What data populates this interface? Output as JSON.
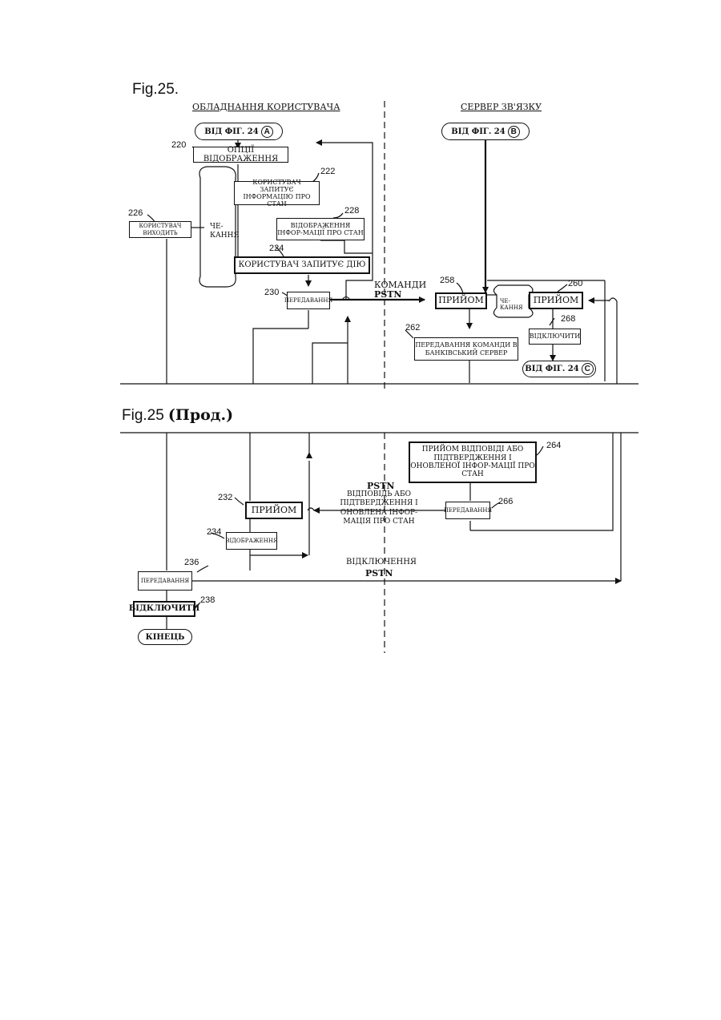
{
  "fig1": {
    "title": "Fig.25.",
    "left_header": "ОБЛАДНАННЯ КОРИСТУВАЧА",
    "right_header": "СЕРВЕР ЗВ'ЯЗКУ",
    "from_a": "ВІД ФІГ. 24",
    "from_a_letter": "A",
    "from_b": "ВІД ФІГ. 24",
    "from_b_letter": "B",
    "to_c": "ВІД ФІГ. 24",
    "to_c_letter": "C",
    "n220": "220",
    "b220": "ОПЦІЇ ВІДОБРАЖЕННЯ",
    "n222": "222",
    "b222": "КОРИСТУВАЧ ЗАПИТУЄ ІНФОРМАЦІЮ ПРО СТАН",
    "n226": "226",
    "b226": "КОРИСТУВАЧ ВИХОДИТЬ",
    "wait": "ЧЕ-КАННЯ",
    "n228": "228",
    "b228": "ВІДОБРАЖЕННЯ ІНФОР-МАЦІЇ ПРО СТАН",
    "n224": "224",
    "b224": "КОРИСТУВАЧ ЗАПИТУЄ ДІЮ",
    "n230": "230",
    "b230": "ПЕРЕДАВАННЯ",
    "commands": "КОМАНДИ",
    "pstn": "PSTN",
    "n258": "258",
    "b258": "ПРИЙОМ",
    "wait2": "ЧЕ-КАННЯ",
    "n260": "260",
    "b260": "ПРИЙОМ",
    "n262": "262",
    "b262": "ПЕРЕДАВАННЯ КОМАНДИ В БАНКІВСЬКИЙ СЕРВЕР",
    "n268": "268",
    "b268": "ВІДКЛЮЧИТИ"
  },
  "fig2": {
    "title": "Fig.25",
    "title_suffix": "(Прод.)",
    "n264": "264",
    "b264": "ПРИЙОМ ВІДПОВІДІ АБО ПІДТВЕРДЖЕННЯ І ОНОВЛЕНОЇ ІНФОР-МАЦІЇ ПРО СТАН",
    "pstn": "PSTN",
    "msg": "ВІДПОВІДЬ АБО ПІДТВЕРДЖЕННЯ І ОНОВЛЕНА ІНФОР-МАЦІЯ ПРО СТАН",
    "n266": "266",
    "b266": "ПЕРЕДАВАННЯ",
    "n232": "232",
    "b232": "ПРИЙОМ",
    "n234": "234",
    "b234": "ВІДОБРАЖЕННЯ",
    "n236": "236",
    "b236": "ПЕРЕДАВАННЯ",
    "disc": "ВІДКЛЮЧЕННЯ",
    "disc_pstn": "PSTN",
    "n238": "238",
    "b238": "ВІДКЛЮЧИТИ",
    "end": "КІНЕЦЬ"
  }
}
